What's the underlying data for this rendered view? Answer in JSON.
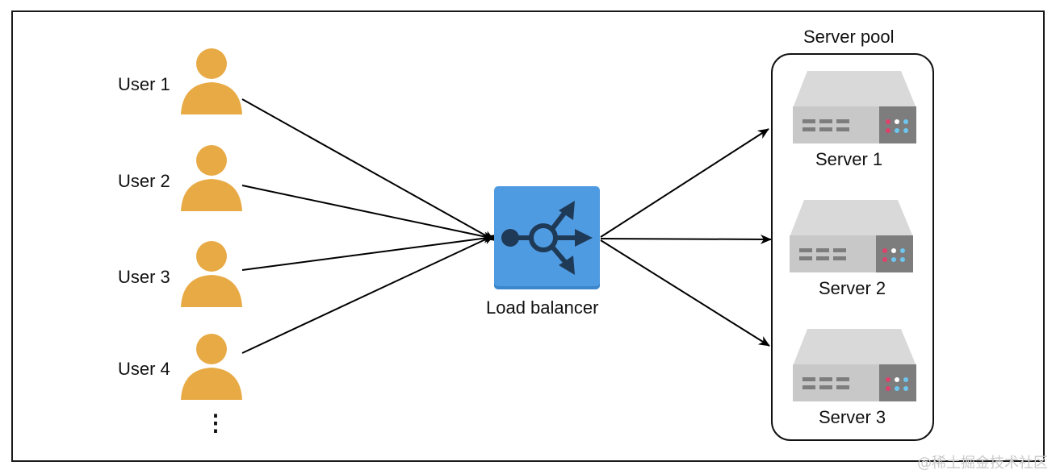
{
  "users": [
    {
      "label": "User 1"
    },
    {
      "label": "User 2"
    },
    {
      "label": "User 3"
    },
    {
      "label": "User 4"
    }
  ],
  "more_indicator": "⋮",
  "load_balancer": {
    "label": "Load balancer",
    "icon": "load-balancer-icon"
  },
  "server_pool": {
    "title": "Server pool",
    "servers": [
      {
        "label": "Server 1"
      },
      {
        "label": "Server 2"
      },
      {
        "label": "Server 3"
      }
    ]
  },
  "watermark": "@稀土掘金技术社区",
  "colors": {
    "user": "#e8aa45",
    "load_balancer": "#4f9be2",
    "load_balancer_glyph": "#1f3a56",
    "server_body": "#c8c8c8",
    "server_top": "#d9d9d9",
    "server_panel": "#7d7d7d",
    "arrow": "#000000"
  }
}
